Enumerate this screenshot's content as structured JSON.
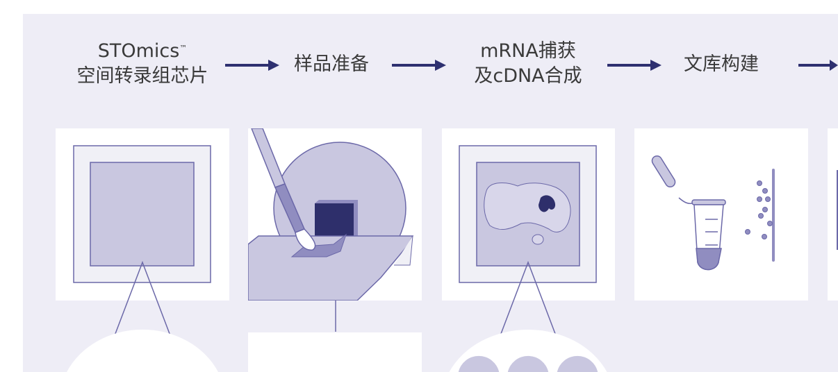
{
  "steps": [
    {
      "line1": "STOmics",
      "tm": "™",
      "line2": "空间转录组芯片"
    },
    {
      "line1": "样品准备"
    },
    {
      "line1": "mRNA捕获",
      "line2": "及cDNA合成"
    },
    {
      "line1": "文库构建"
    }
  ],
  "colors": {
    "panel": "#eeedf6",
    "arrow": "#2e3070",
    "light": "#c9c7e0",
    "mid": "#908dc0",
    "dark": "#2e2f6b",
    "stroke": "#6b68a8"
  }
}
